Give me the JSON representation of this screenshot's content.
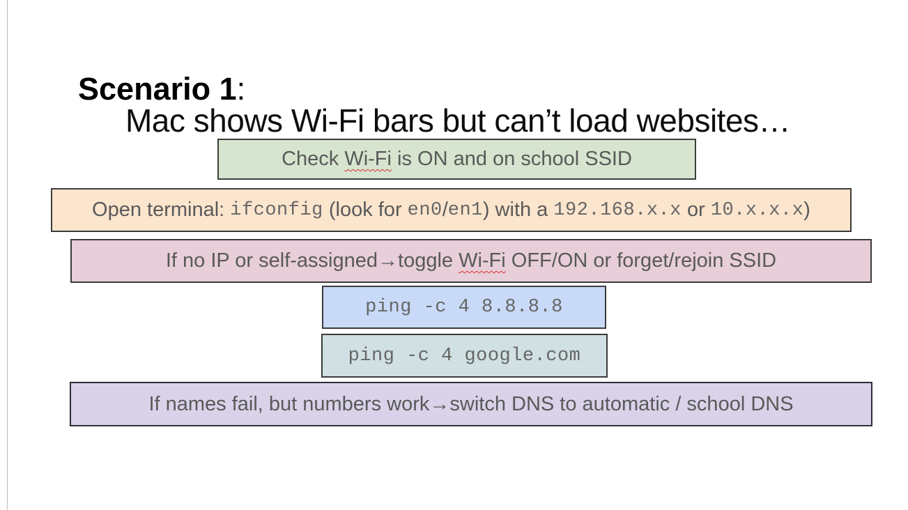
{
  "slide": {
    "title": "Scenario 1",
    "title_suffix": ":",
    "subtitle": "Mac shows Wi-Fi bars but can’t load websites…"
  },
  "palette": {
    "background": "#ffffff",
    "edge_line": "#bdbdbd",
    "title_color": "#000000",
    "subtitle_color": "#0d0d0d",
    "step_text_gray": "#595959",
    "command_text_gray": "#666666",
    "squiggle_red": "#d93025"
  },
  "boxes": [
    {
      "id": "check-wifi",
      "bg": "#d7e4cf",
      "border": "#3a3f3a",
      "segments": [
        {
          "text": "Check "
        },
        {
          "text": "Wi-Fi",
          "squiggle": true
        },
        {
          "text": " is ON and on school SSID"
        }
      ]
    },
    {
      "id": "open-terminal",
      "bg": "#fce5cd",
      "border": "#3b3b3b",
      "segments": [
        {
          "text": "Open terminal: "
        },
        {
          "text": "ifconfig",
          "mono": true
        },
        {
          "text": " (look for "
        },
        {
          "text": "en0",
          "mono": true
        },
        {
          "text": "/"
        },
        {
          "text": "en1",
          "mono": true
        },
        {
          "text": ") with a "
        },
        {
          "text": "192.168.x.x",
          "mono": true
        },
        {
          "text": " or "
        },
        {
          "text": "10.x.x.x",
          "mono": true
        },
        {
          "text": ")"
        }
      ]
    },
    {
      "id": "no-ip",
      "bg": "#e7ced9",
      "border": "#3b3b3b",
      "segments": [
        {
          "text": "If no IP or self-assigned→toggle "
        },
        {
          "text": "Wi-Fi",
          "squiggle": true
        },
        {
          "text": " OFF/ON or forget/rejoin SSID"
        }
      ]
    },
    {
      "id": "ping-ip",
      "bg": "#c9daf8",
      "border": "#3b3b3b",
      "segments": [
        {
          "text": "ping -c 4 8.8.8.8",
          "mono": true
        }
      ]
    },
    {
      "id": "ping-domain",
      "bg": "#d0e0e3",
      "border": "#3b3b3b",
      "segments": [
        {
          "text": "ping -c 4 google.com",
          "mono": true
        }
      ]
    },
    {
      "id": "dns-switch",
      "bg": "#d9d2e9",
      "border": "#2d2d3a",
      "segments": [
        {
          "text": "If names fail, but numbers work→switch DNS to automatic / school DNS"
        }
      ]
    }
  ]
}
